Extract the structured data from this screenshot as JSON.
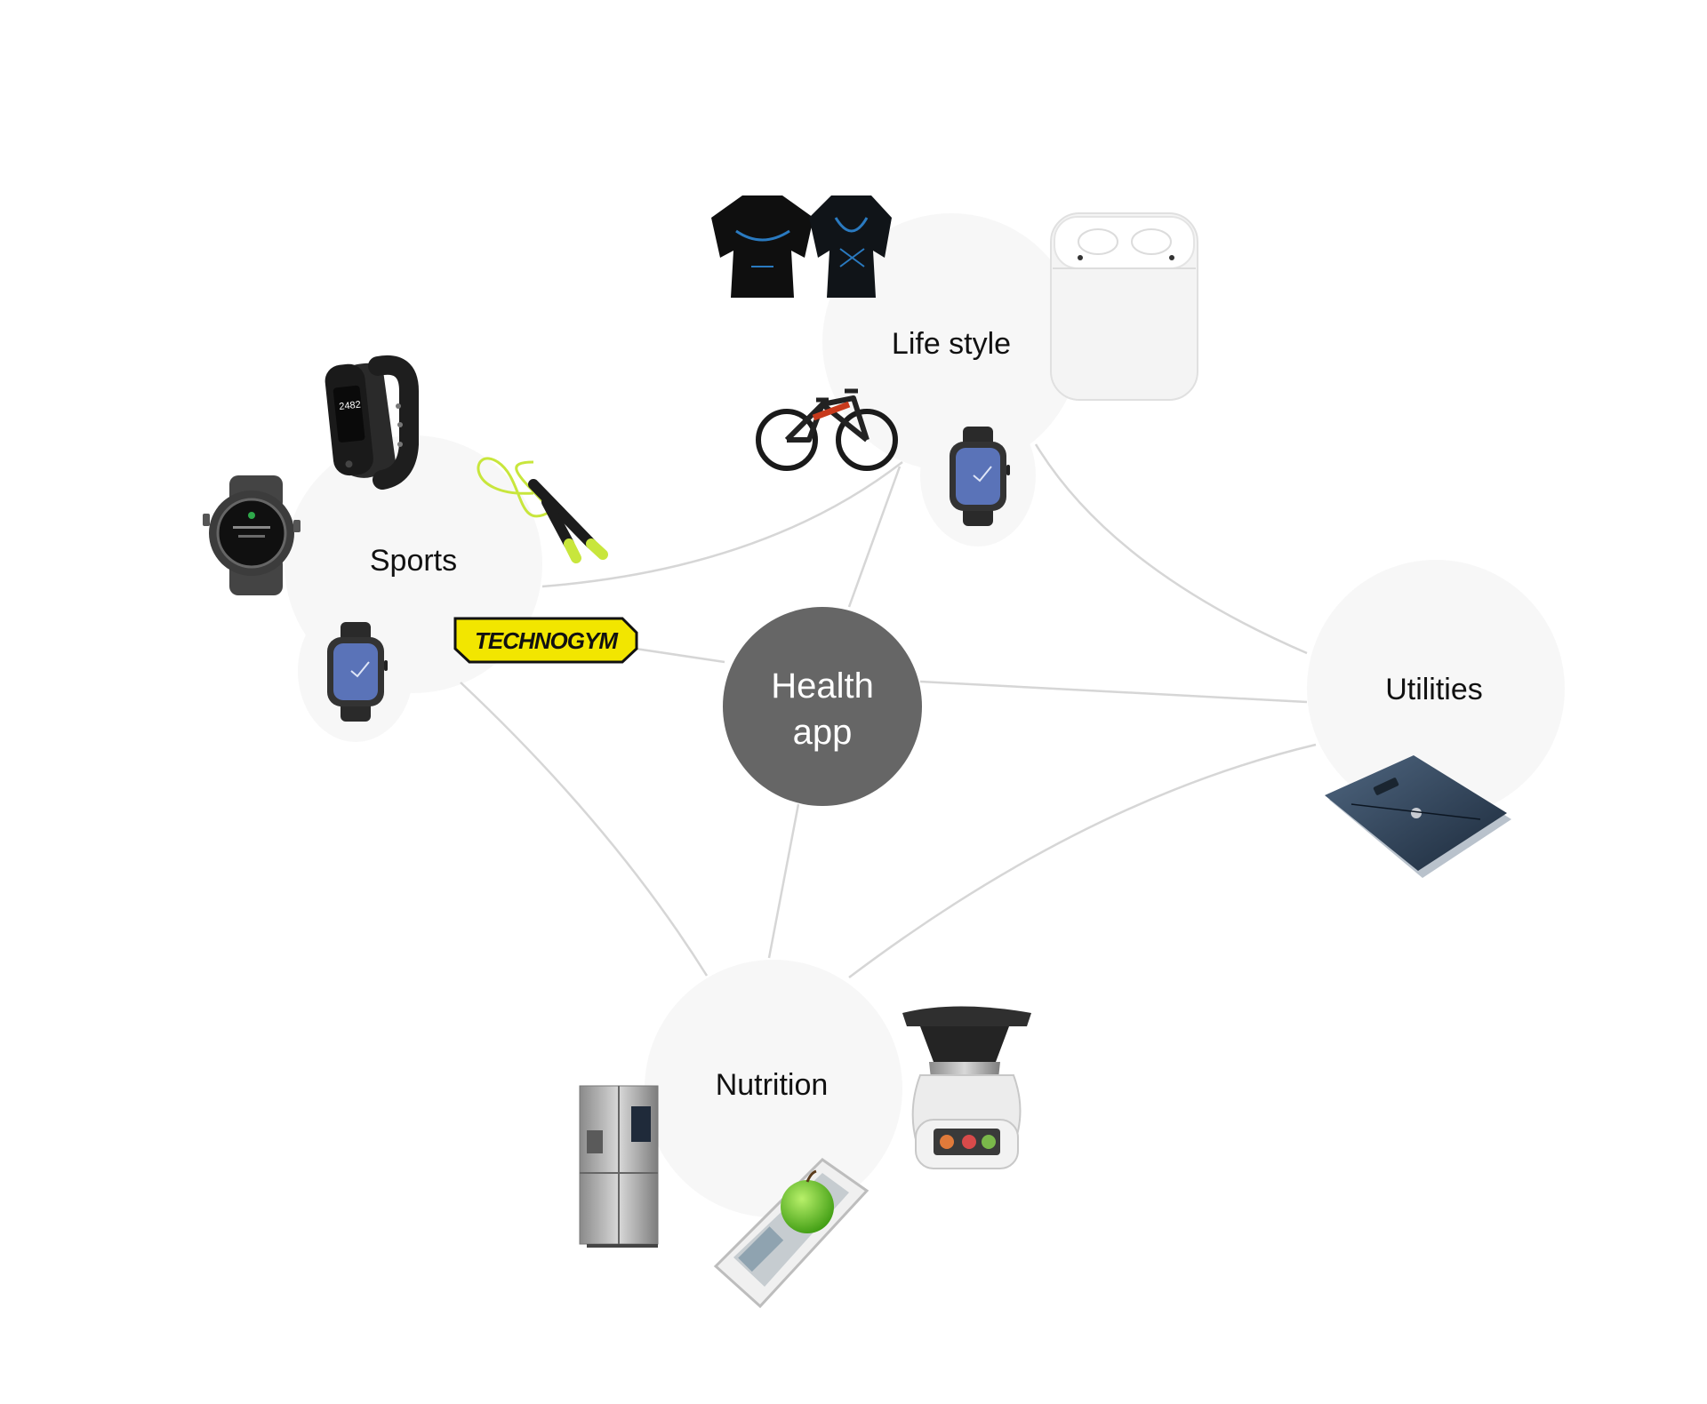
{
  "hub": {
    "line1": "Health",
    "line2": "app"
  },
  "categories": {
    "sports": "Sports",
    "lifestyle": "Life style",
    "utilities": "Utilities",
    "nutrition": "Nutrition"
  },
  "brand": {
    "technogym": "TECHNOGYM"
  },
  "devices": {
    "fitness_band_display": "2482"
  },
  "colors": {
    "hub": "#666666",
    "category_bg": "#f7f7f7",
    "connector": "#d6d6d6",
    "technogym_yellow": "#f2e600",
    "accent_green": "#c8e63c"
  }
}
